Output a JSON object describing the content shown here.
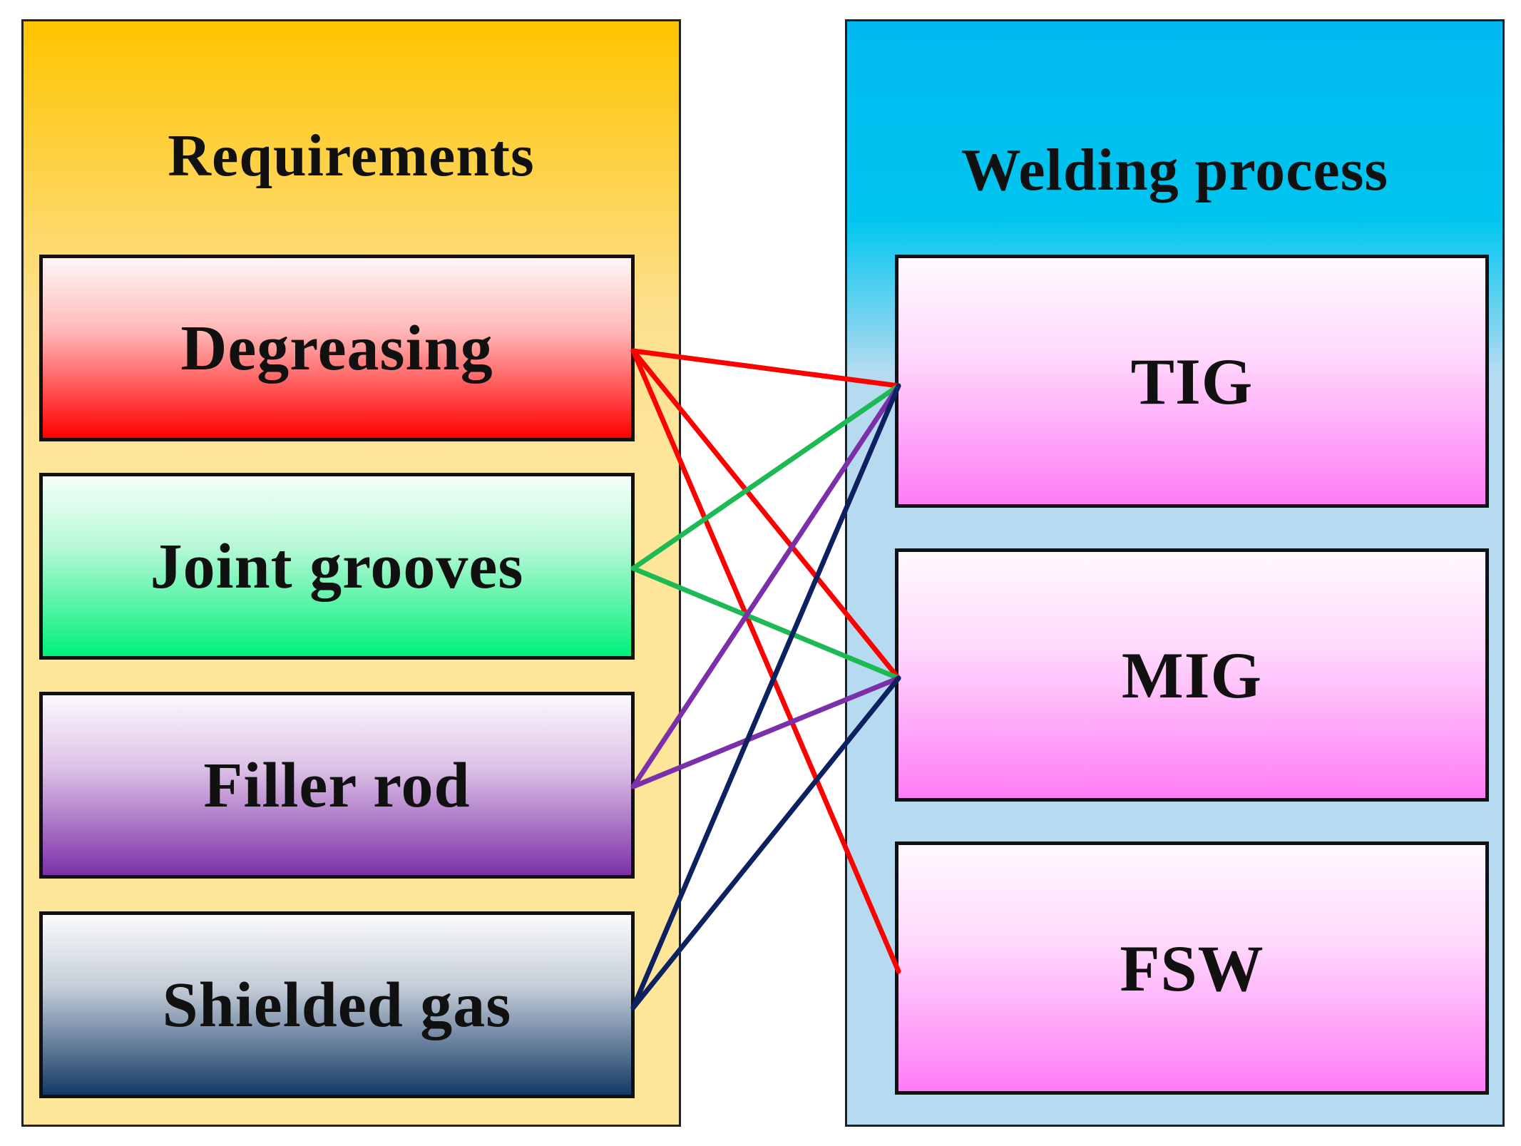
{
  "left_panel": {
    "title": "Requirements",
    "items": [
      {
        "id": "degreasing",
        "label": "Degreasing"
      },
      {
        "id": "joint",
        "label": "Joint grooves"
      },
      {
        "id": "filler",
        "label": "Filler rod"
      },
      {
        "id": "gas",
        "label": "Shielded gas"
      }
    ]
  },
  "right_panel": {
    "title": "Welding process",
    "items": [
      {
        "id": "tig",
        "label": "TIG"
      },
      {
        "id": "mig",
        "label": "MIG"
      },
      {
        "id": "fsw",
        "label": "FSW"
      }
    ]
  },
  "connections": [
    {
      "from": "degreasing",
      "to": "tig",
      "color": "#ff0000"
    },
    {
      "from": "degreasing",
      "to": "mig",
      "color": "#ff0000"
    },
    {
      "from": "degreasing",
      "to": "fsw",
      "color": "#ff0000"
    },
    {
      "from": "joint",
      "to": "tig",
      "color": "#1db954"
    },
    {
      "from": "joint",
      "to": "mig",
      "color": "#1db954"
    },
    {
      "from": "filler",
      "to": "tig",
      "color": "#7b2fa8"
    },
    {
      "from": "filler",
      "to": "mig",
      "color": "#7b2fa8"
    },
    {
      "from": "gas",
      "to": "tig",
      "color": "#0d2060"
    },
    {
      "from": "gas",
      "to": "mig",
      "color": "#0d2060"
    }
  ],
  "colors": {
    "left_panel_bg": "#fde59a",
    "right_panel_bg": "#b6dbf1",
    "process_box": "#ff7cf6"
  }
}
